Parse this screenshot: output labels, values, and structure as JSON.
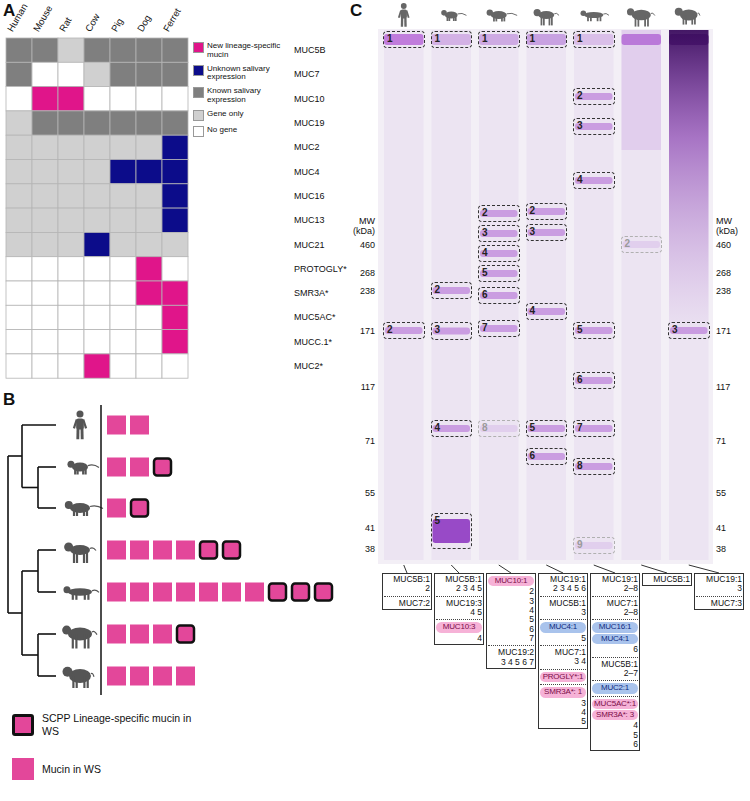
{
  "diagram": {
    "nodes": [
      {
        "text": [
          "1"
        ]
      },
      {
        "text": [
          "2"
        ]
      },
      {
        "text": [
          "1"
        ]
      },
      {
        "text": [
          "2"
        ]
      },
      {
        "text": [
          "3"
        ]
      },
      {
        "text": [
          "4"
        ]
      },
      {
        "text": [
          "5"
        ]
      },
      {
        "text": [
          "1"
        ]
      },
      {
        "text": [
          "2"
        ]
      },
      {
        "text": [
          "3"
        ]
      },
      {
        "text": [
          "4"
        ]
      },
      {
        "text": [
          "5"
        ]
      },
      {
        "text": [
          "6"
        ]
      },
      {
        "text": [
          "7"
        ]
      },
      {
        "text": [
          "8"
        ]
      },
      {
        "text": [
          "1"
        ]
      },
      {
        "text": [
          "2"
        ]
      },
      {
        "text": [
          "3"
        ]
      },
      {
        "text": [
          "4"
        ]
      },
      {
        "text": [
          "5"
        ]
      },
      {
        "text": [
          "6"
        ]
      },
      {
        "text": [
          "1"
        ]
      },
      {
        "text": [
          "2"
        ]
      },
      {
        "text": [
          "3"
        ]
      },
      {
        "text": [
          "4"
        ]
      },
      {
        "text": [
          "5"
        ]
      },
      {
        "text": [
          "6"
        ]
      },
      {
        "text": [
          "7"
        ]
      },
      {
        "text": [
          "8"
        ]
      },
      {
        "text": [
          "9"
        ]
      },
      {
        "text": [
          "2"
        ]
      },
      {
        "text": [
          "3"
        ]
      },
      {
        "text": [
          "MUC5B:1 2",
          "MUC7:2"
        ]
      },
      {
        "text": [
          "MUC5B:1 2 3 4 5",
          "MUC19:3 4 5",
          "4"
        ]
      },
      {
        "text": [
          "MUC10:3"
        ],
        "in": 33
      },
      {
        "text": [
          "2 3 4 5 6 7",
          "MUC19:2 3 4 5 6 7"
        ]
      },
      {
        "text": [
          "MUC10:1"
        ],
        "in": 35
      },
      {
        "text": [
          "MUC19:1 2 3 4 5 6",
          "MUC5B:1 3",
          "5",
          "MUC7:1 3 4",
          "3 4 5"
        ]
      },
      {
        "text": [
          "MUC4:1"
        ],
        "in": 37
      },
      {
        "text": [
          "PROGLY*:1"
        ],
        "in": 37
      },
      {
        "text": [
          "SMR3A*: 1"
        ],
        "in": 37
      },
      {
        "text": [
          "MUC19:1 2–8",
          "MUC7:1 2–8",
          "6",
          "MUC5B:1 2–7",
          "4 5 6"
        ]
      },
      {
        "text": [
          "MUC16:1"
        ],
        "in": 41
      },
      {
        "text": [
          "MUC4:1"
        ],
        "in": 41
      },
      {
        "text": [
          "MUC2:1"
        ],
        "in": 41
      },
      {
        "text": [
          "MUC5AC*:1"
        ],
        "in": 41
      },
      {
        "text": [
          "SMR3A*: 3"
        ],
        "in": 41
      },
      {
        "text": [
          "MUC5B:1"
        ]
      },
      {
        "text": [
          "MUC19:1 3",
          "MUC7:3"
        ]
      }
    ],
    "labels": [
      "A",
      "B",
      "C",
      "Human",
      "Mouse",
      "Rat",
      "Cow",
      "Pig",
      "Dog",
      "Ferret",
      "MUC5B",
      "MUC7",
      "MUC10",
      "MUC19",
      "MUC2",
      "MUC4",
      "MUC16",
      "MUC13",
      "MUC21",
      "PROTOGLY*",
      "SMR3A*",
      "MUC5AC*",
      "MUCC.1*",
      "MUC2*",
      "MW (kDa)",
      "460",
      "268",
      "238",
      "171",
      "117",
      "71",
      "55",
      "41",
      "38",
      "MW (kDa)",
      "460",
      "268",
      "238",
      "171",
      "117",
      "71",
      "55",
      "41",
      "38"
    ],
    "legend": [
      {
        "text": "New lineage-specific mucin",
        "color": "#e0158a"
      },
      {
        "text": "Unknown salivary expression",
        "color": "#0c0c8a"
      },
      {
        "text": "Known salivary expression",
        "color": "#7f7f7f"
      },
      {
        "text": "Gene only",
        "color": "#d0d0d0"
      },
      {
        "text": "No gene",
        "color": "#ffffff"
      },
      {
        "text": "SCPP Lineage-specific mucin in WS"
      },
      {
        "text": "Mucin in WS",
        "color": "#e3479a"
      }
    ]
  }
}
